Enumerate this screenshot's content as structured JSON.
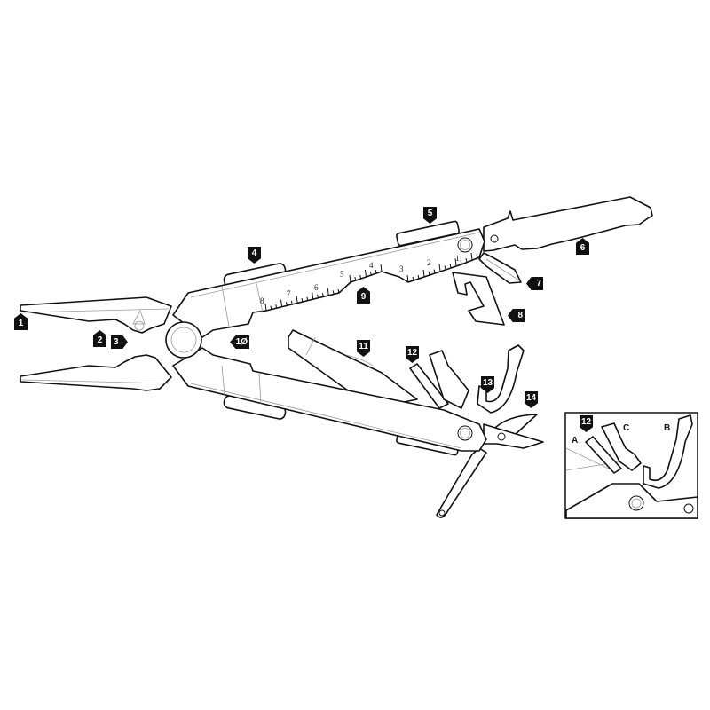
{
  "callouts": [
    {
      "id": "1",
      "label": "1"
    },
    {
      "id": "2",
      "label": "2"
    },
    {
      "id": "3",
      "label": "3"
    },
    {
      "id": "4",
      "label": "4"
    },
    {
      "id": "5",
      "label": "5"
    },
    {
      "id": "6",
      "label": "6"
    },
    {
      "id": "7",
      "label": "7"
    },
    {
      "id": "8",
      "label": "8"
    },
    {
      "id": "9",
      "label": "9"
    },
    {
      "id": "10",
      "label": "1Ø"
    },
    {
      "id": "11",
      "label": "11"
    },
    {
      "id": "12",
      "label": "12"
    },
    {
      "id": "13",
      "label": "13"
    },
    {
      "id": "14",
      "label": "14"
    }
  ],
  "ruler_numbers": [
    "8",
    "7",
    "6",
    "5",
    "4",
    "3",
    "2",
    "1"
  ],
  "inset": {
    "callout": "12",
    "letters": {
      "a": "A",
      "b": "B",
      "c": "C"
    }
  }
}
